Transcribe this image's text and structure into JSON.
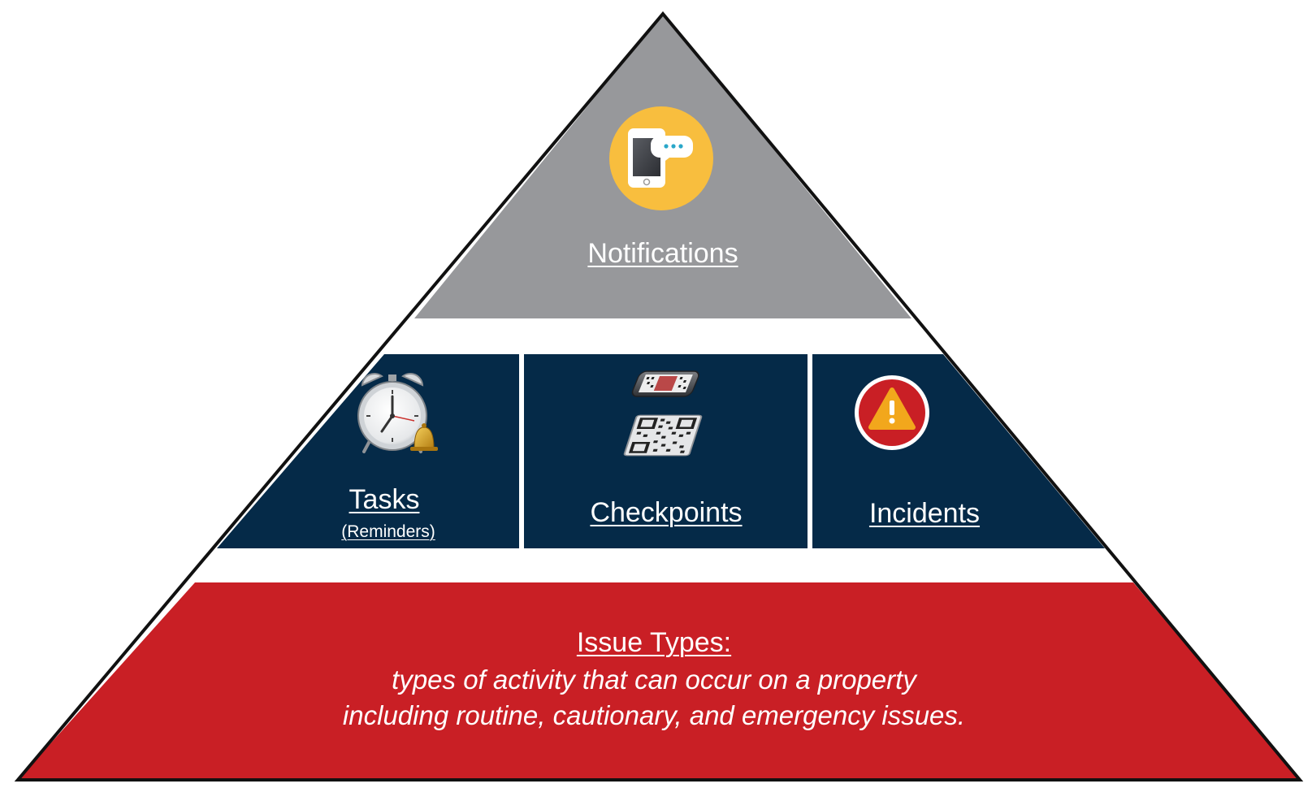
{
  "colors": {
    "top_tier": "#97989b",
    "middle_tier": "#052a48",
    "bottom_tier": "#c91f25",
    "outline": "#111111",
    "notification_badge": "#f8be3e",
    "incident_badge": "#c91f25",
    "incident_triangle": "#f2a71c"
  },
  "top_tier": {
    "label": "Notifications",
    "icon": "phone-message-icon"
  },
  "middle_tier": {
    "tasks": {
      "label": "Tasks",
      "sublabel": "(Reminders)",
      "icon": "alarm-clock-icon"
    },
    "checkpoints": {
      "label": "Checkpoints",
      "icon": "qr-code-scan-icon"
    },
    "incidents": {
      "label": "Incidents",
      "icon": "warning-icon"
    }
  },
  "bottom_tier": {
    "title": "Issue Types:",
    "line1": "types of activity that can occur on a property",
    "line2": "including routine, cautionary, and emergency issues."
  }
}
